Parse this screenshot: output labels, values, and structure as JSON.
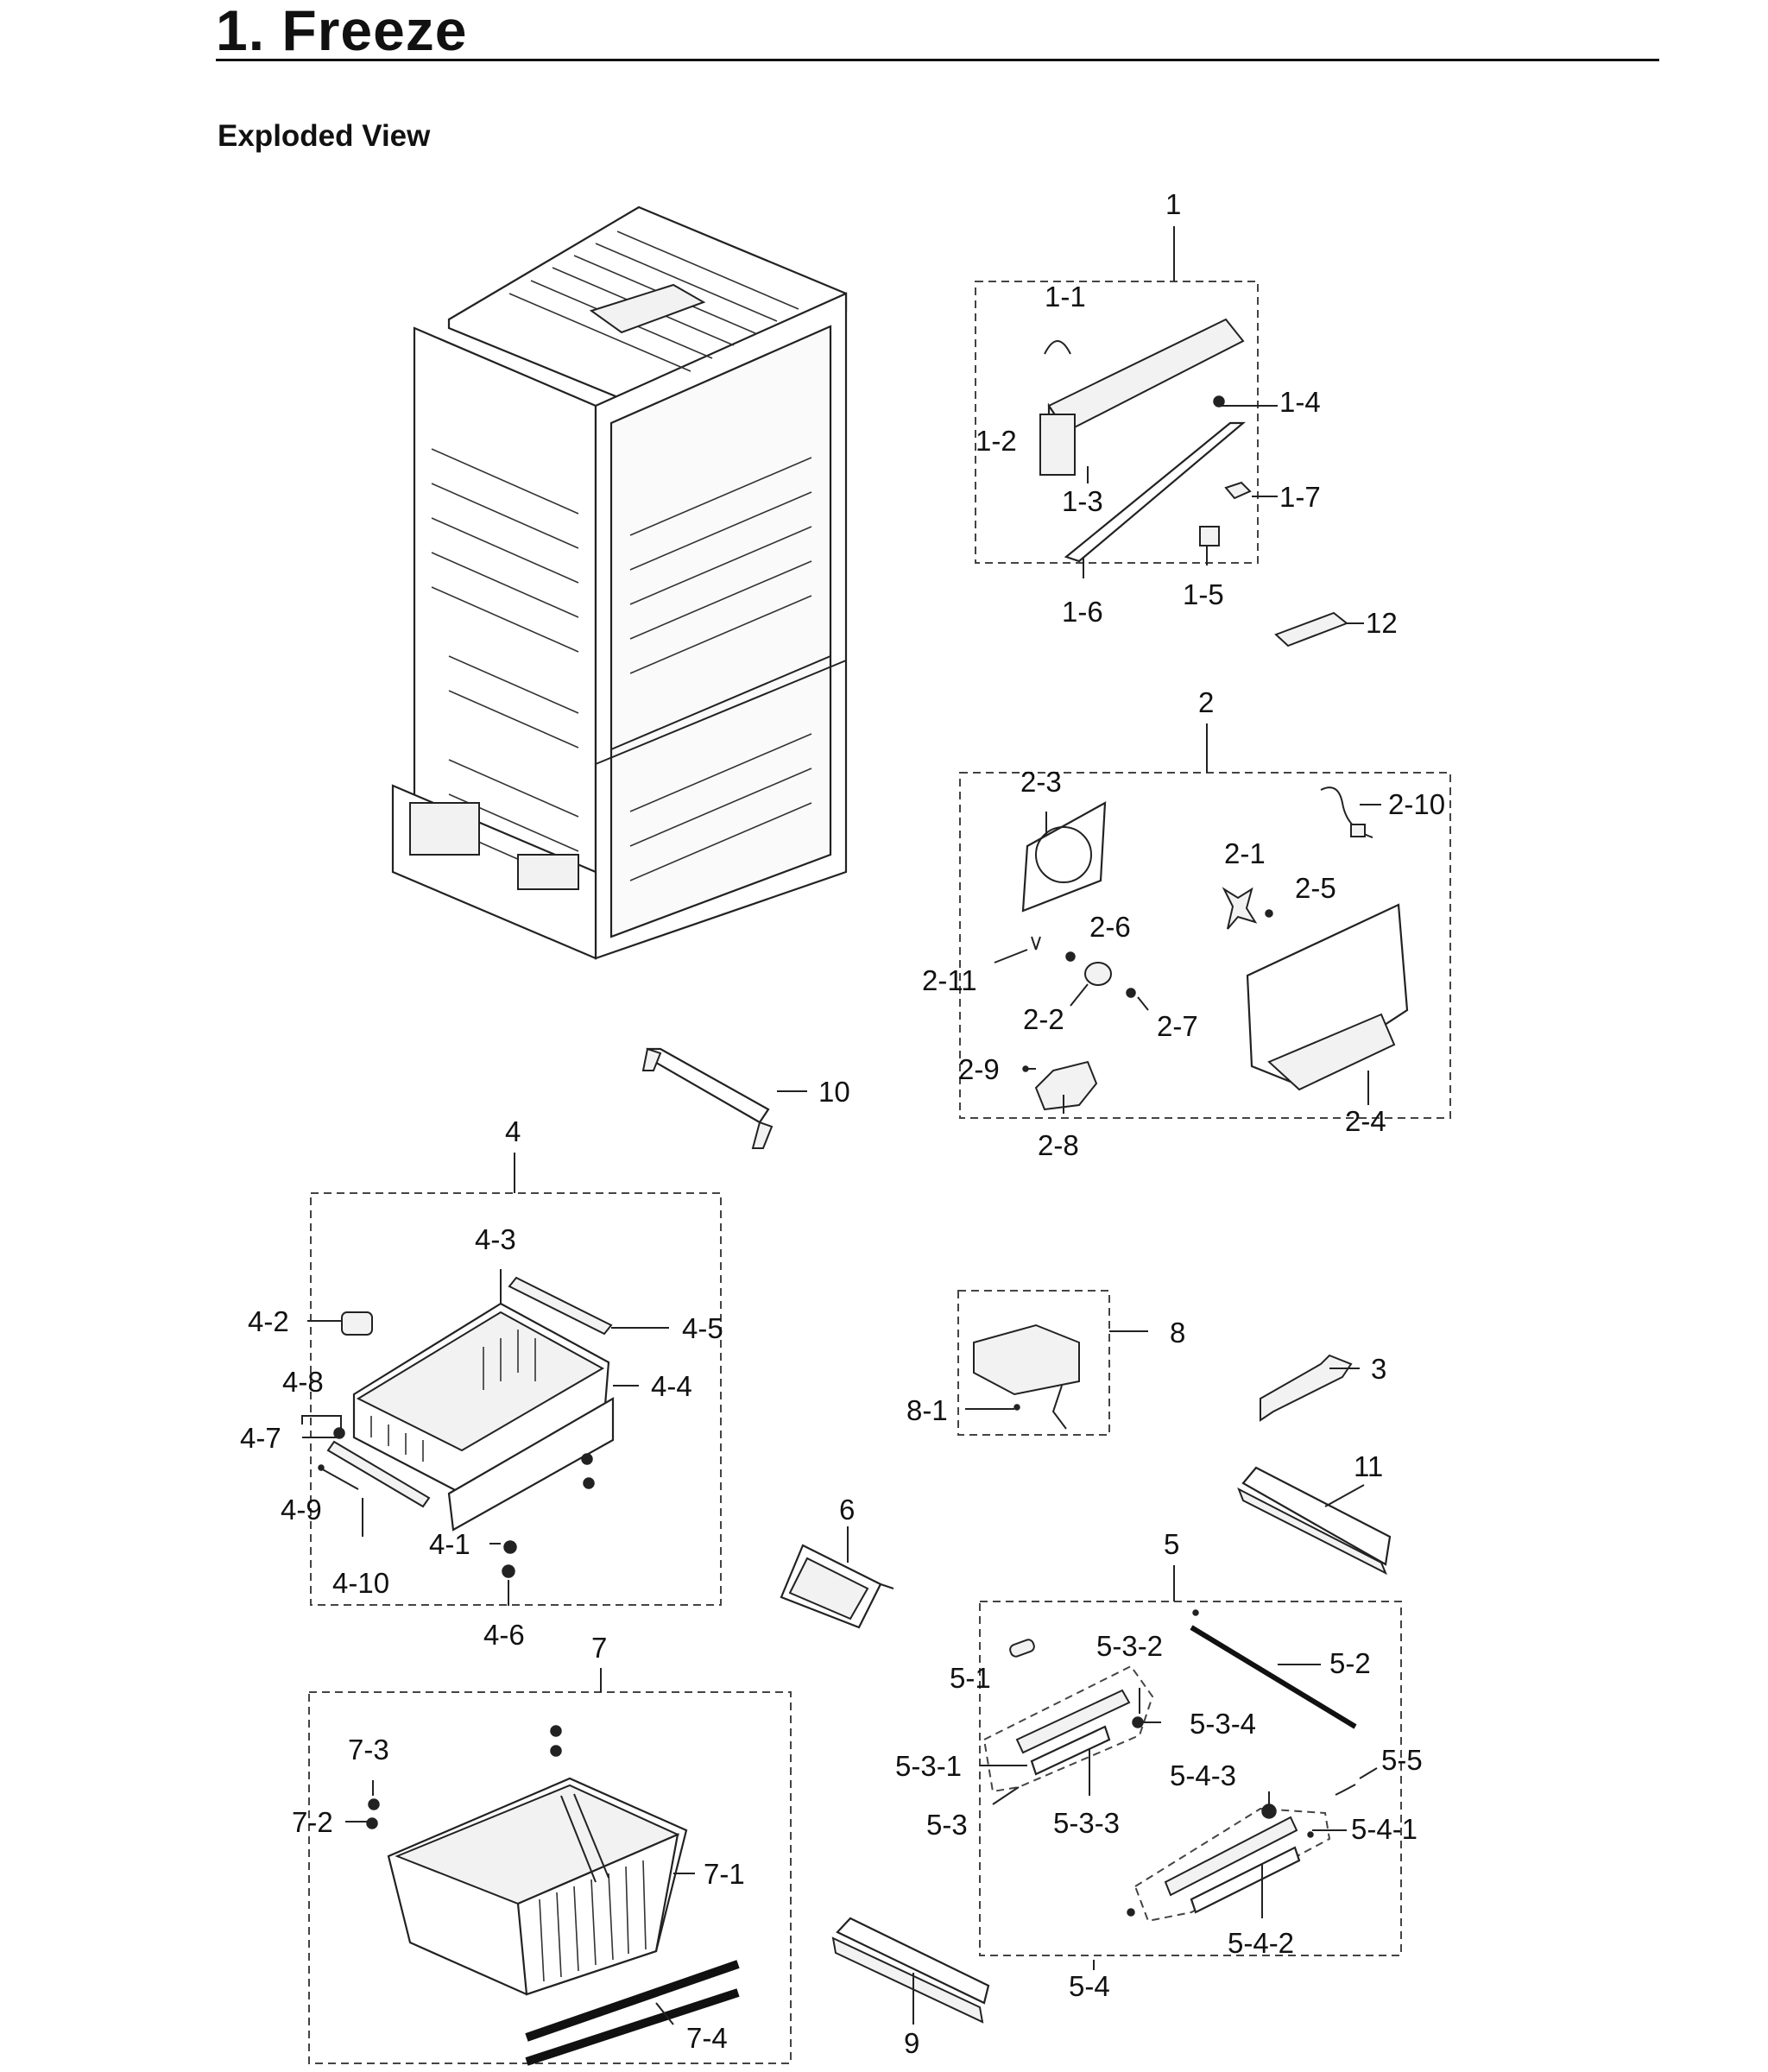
{
  "header": {
    "page_title": "1.  Freeze",
    "section_title": "Exploded View"
  },
  "groups": {
    "g1": {
      "label": "1",
      "parts": [
        "1-1",
        "1-2",
        "1-3",
        "1-4",
        "1-5",
        "1-6",
        "1-7"
      ]
    },
    "g2": {
      "label": "2",
      "parts": [
        "2-1",
        "2-2",
        "2-3",
        "2-4",
        "2-5",
        "2-6",
        "2-7",
        "2-8",
        "2-9",
        "2-10",
        "2-11"
      ]
    },
    "g4": {
      "label": "4",
      "parts": [
        "4-1",
        "4-2",
        "4-3",
        "4-4",
        "4-5",
        "4-6",
        "4-7",
        "4-8",
        "4-9",
        "4-10"
      ]
    },
    "g5": {
      "label": "5",
      "parts": [
        "5-1",
        "5-2",
        "5-3",
        "5-3-1",
        "5-3-2",
        "5-3-3",
        "5-3-4",
        "5-4",
        "5-4-1",
        "5-4-2",
        "5-4-3",
        "5-5"
      ]
    },
    "g7": {
      "label": "7",
      "parts": [
        "7-1",
        "7-2",
        "7-3",
        "7-4"
      ]
    },
    "g8": {
      "label": "8",
      "parts": [
        "8-1"
      ]
    }
  },
  "single_parts": [
    "3",
    "6",
    "9",
    "10",
    "11",
    "12"
  ]
}
